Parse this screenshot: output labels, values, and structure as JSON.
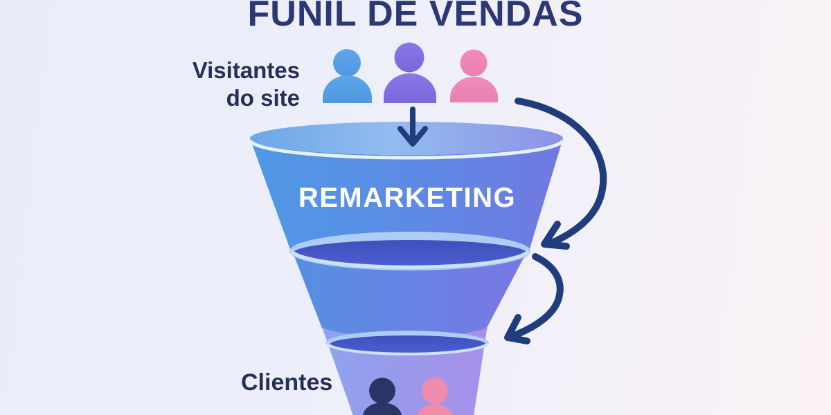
{
  "title": "FUNIL DE VENDAS",
  "labels": {
    "visitors_line1": "Visitantes",
    "visitors_line2": "do site",
    "customers": "Clientes",
    "stage": "REMARKETING"
  },
  "funnel_stages": [
    {
      "label": "Visitantes do site",
      "position": "top"
    },
    {
      "label": "REMARKETING",
      "position": "middle"
    },
    {
      "label": "Clientes",
      "position": "bottom"
    }
  ],
  "colors": {
    "background_left": "#E8EDF9",
    "background_right": "#FAF2F6",
    "title_navy": "#2C3875",
    "label_navy": "#262F55",
    "arrow_navy": "#1F3D7C",
    "person_blue": "#58A1E8",
    "person_purple": "#7F6EE0",
    "person_pink": "#EE87B8",
    "person_dark_navy": "#2A3566",
    "person_pink_bottom": "#EF8CAE",
    "funnel_blue_left": "#4E9AE4",
    "funnel_purple_right": "#7278E2",
    "funnel_lavender_bottom": "#A78FEA",
    "funnel_dark_band": "#4254C6",
    "funnel_light_band": "#AECDF4",
    "funnel_rim_light": "#CDE1F8",
    "stage_text": "#FFFFFF"
  },
  "icons": {
    "top_group": [
      "person-blue-icon",
      "person-purple-icon",
      "person-pink-icon"
    ],
    "bottom_group": [
      "person-navy-icon",
      "person-pink-icon"
    ],
    "arrows": [
      "arrow-down-icon",
      "arrow-curve-top-icon",
      "arrow-curve-bottom-icon"
    ]
  }
}
